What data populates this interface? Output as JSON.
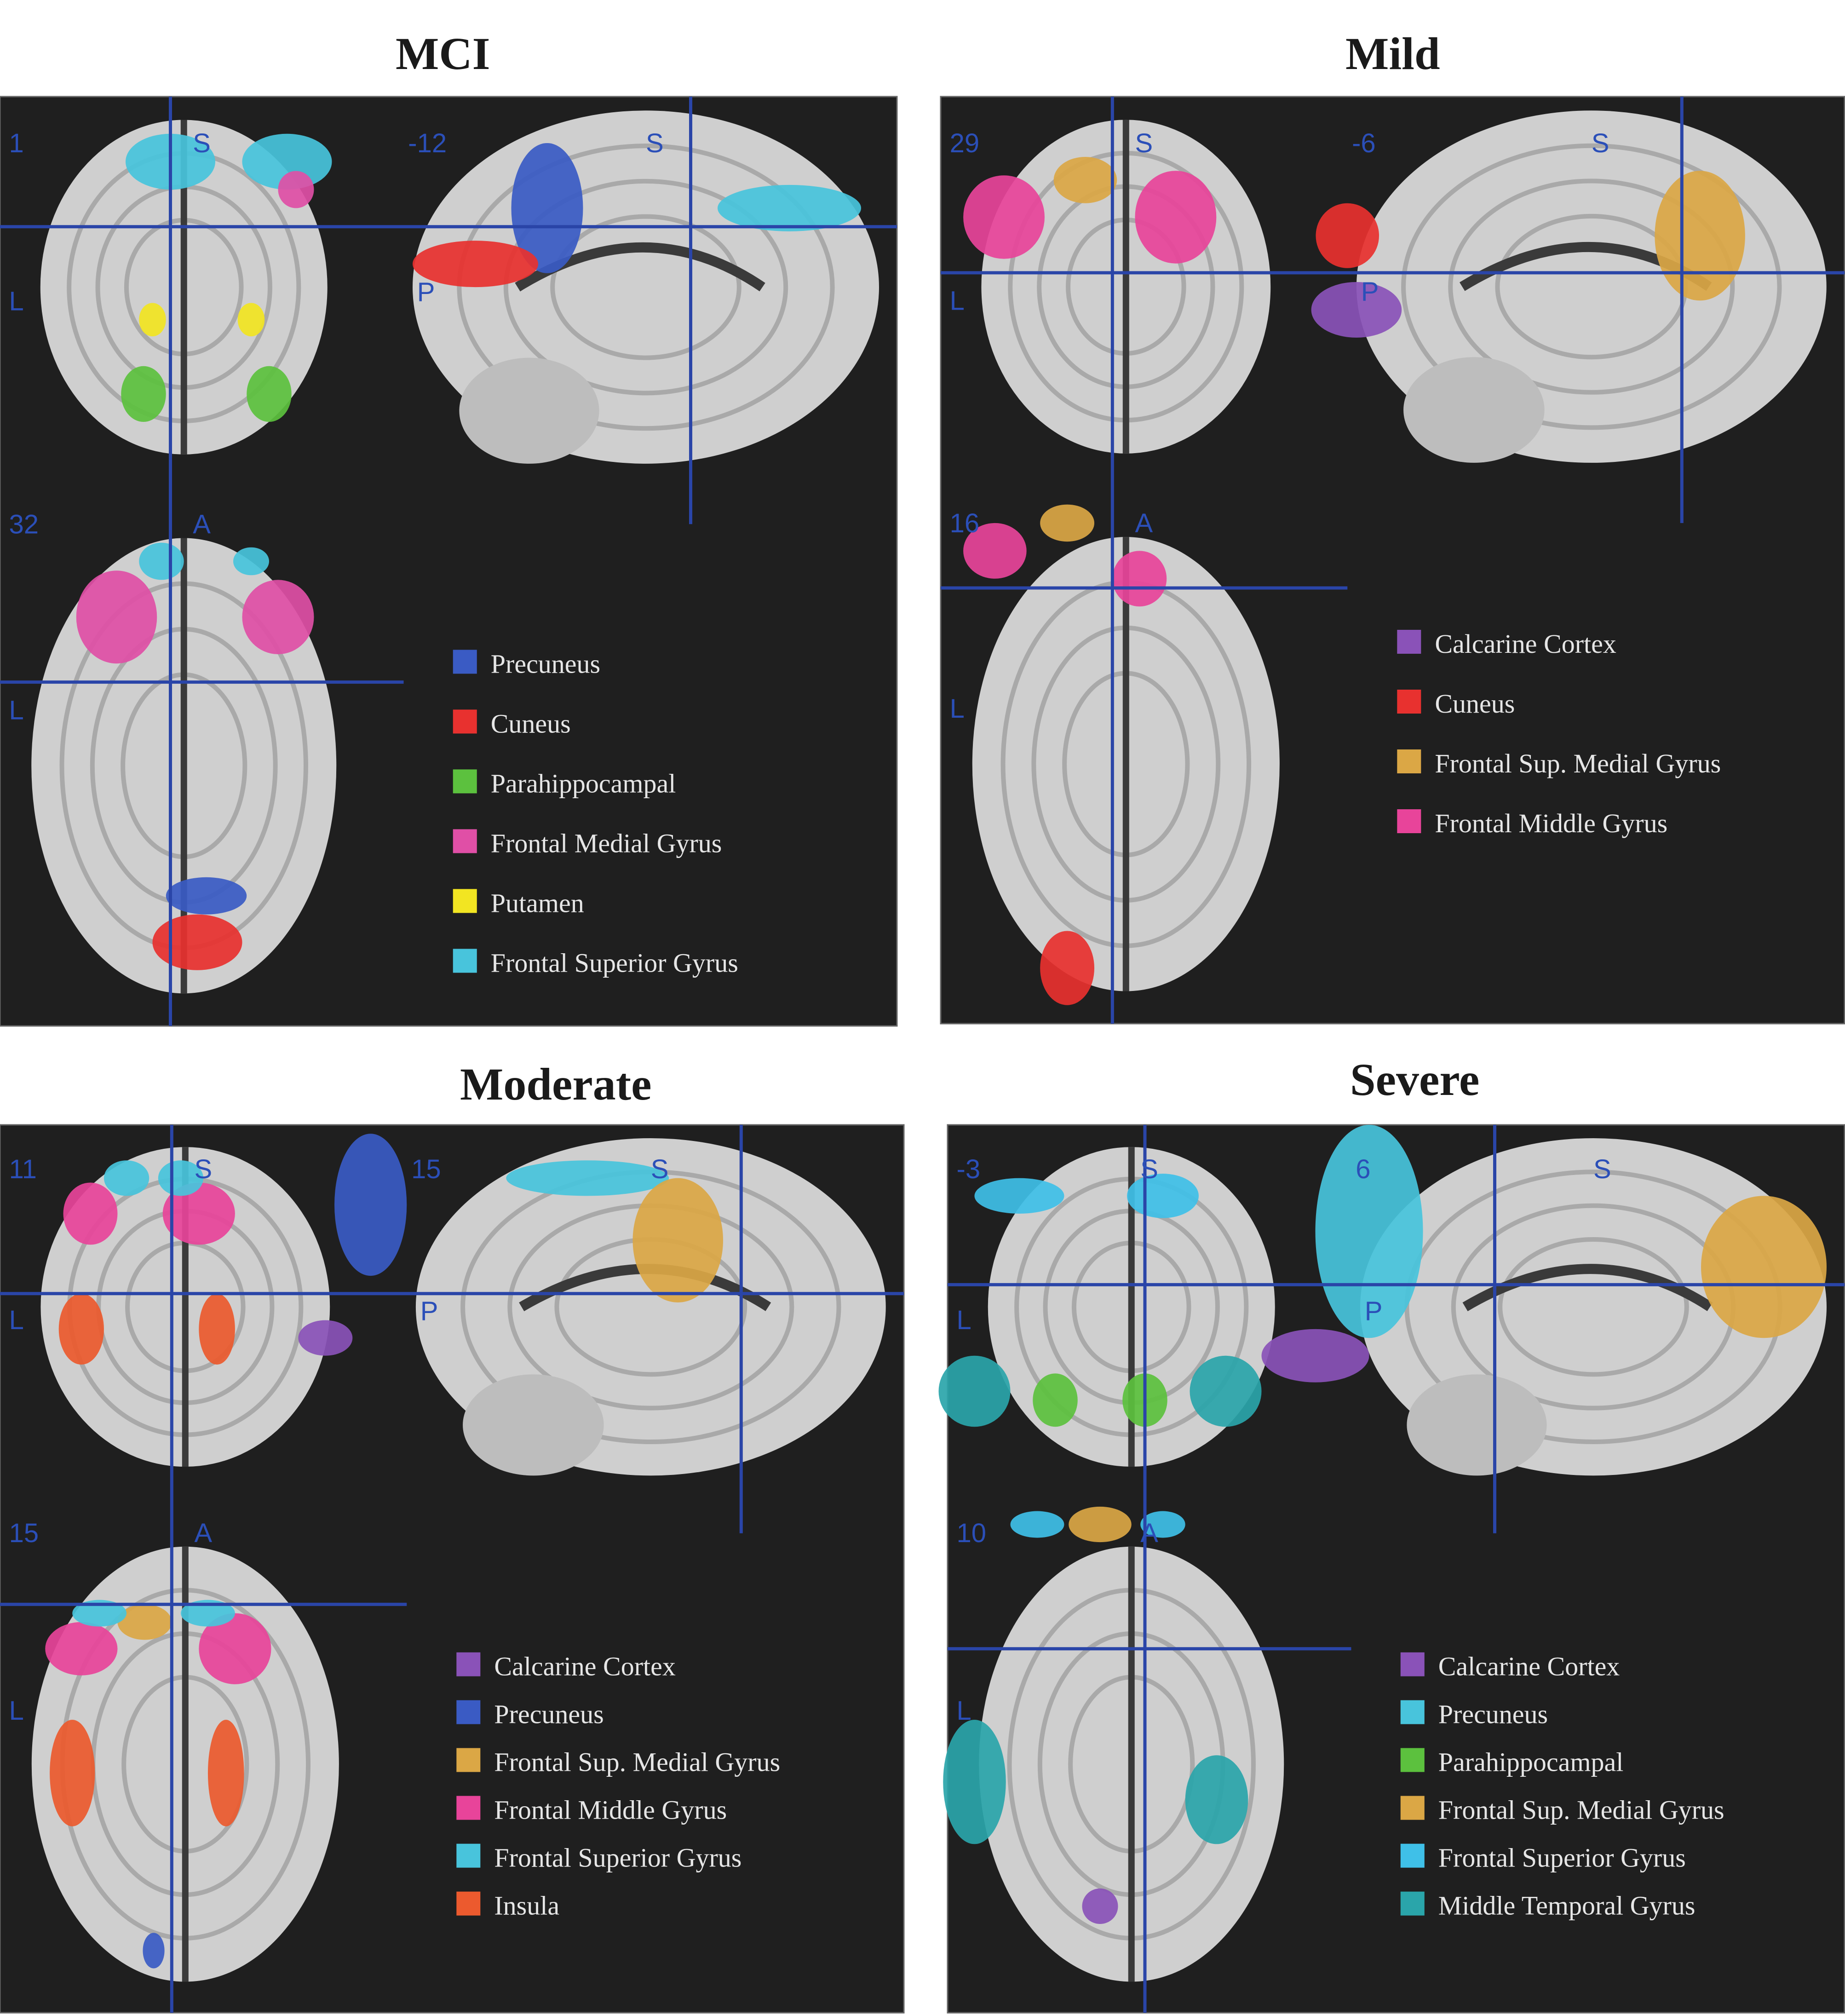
{
  "panels": [
    {
      "title": "MCI",
      "coronal": {
        "coord": "1",
        "top": "S",
        "left": "L"
      },
      "sagittal": {
        "coord": "-12",
        "top": "S",
        "left": "P"
      },
      "axial": {
        "coord": "32",
        "top": "A",
        "left": "L"
      },
      "legend": [
        {
          "label": "Precuneus",
          "color": "#3a5bc4"
        },
        {
          "label": "Cuneus",
          "color": "#e8312f"
        },
        {
          "label": "Parahippocampal",
          "color": "#5cc13e"
        },
        {
          "label": "Frontal Medial Gyrus",
          "color": "#e04fa6"
        },
        {
          "label": "Putamen",
          "color": "#f2e522"
        },
        {
          "label": "Frontal Superior Gyrus",
          "color": "#48c4dc"
        }
      ]
    },
    {
      "title": "Mild",
      "coronal": {
        "coord": "29",
        "top": "S",
        "left": "L"
      },
      "sagittal": {
        "coord": "-6",
        "top": "S",
        "left": "P"
      },
      "axial": {
        "coord": "16",
        "top": "A",
        "left": "L"
      },
      "legend": [
        {
          "label": "Calcarine Cortex",
          "color": "#8a52b8"
        },
        {
          "label": "Cuneus",
          "color": "#e8312f"
        },
        {
          "label": "Frontal Sup. Medial Gyrus",
          "color": "#dba745"
        },
        {
          "label": "Frontal Middle Gyrus",
          "color": "#e8449a"
        }
      ]
    },
    {
      "title": "Moderate",
      "coronal": {
        "coord": "11",
        "top": "S",
        "left": "L"
      },
      "sagittal": {
        "coord": "15",
        "top": "S",
        "left": "P"
      },
      "axial": {
        "coord": "15",
        "top": "A",
        "left": "L"
      },
      "legend": [
        {
          "label": "Calcarine Cortex",
          "color": "#8a52b8"
        },
        {
          "label": "Precuneus",
          "color": "#3a5bc4"
        },
        {
          "label": "Frontal Sup. Medial Gyrus",
          "color": "#dba745"
        },
        {
          "label": "Frontal Middle Gyrus",
          "color": "#e8449a"
        },
        {
          "label": "Frontal Superior Gyrus",
          "color": "#48c4dc"
        },
        {
          "label": "Insula",
          "color": "#ec5a2e"
        }
      ]
    },
    {
      "title": "Severe",
      "coronal": {
        "coord": "-3",
        "top": "S",
        "left": "L"
      },
      "sagittal": {
        "coord": "6",
        "top": "S",
        "left": "P"
      },
      "axial": {
        "coord": "10",
        "top": "A",
        "left": "L"
      },
      "legend": [
        {
          "label": "Calcarine Cortex",
          "color": "#8a52b8"
        },
        {
          "label": "Precuneus",
          "color": "#48c4dc"
        },
        {
          "label": "Parahippocampal",
          "color": "#5cc13e"
        },
        {
          "label": "Frontal Sup. Medial Gyrus",
          "color": "#dba745"
        },
        {
          "label": "Frontal Superior Gyrus",
          "color": "#3fc0e8"
        },
        {
          "label": "Middle Temporal Gyrus",
          "color": "#2aa5aa"
        }
      ]
    }
  ],
  "colors": {
    "panel_bg": "#1f1f1f",
    "crosshair": "#2a45a8",
    "brain_fill": "#cfcfcf",
    "brain_dark": "#8a8a8a"
  }
}
